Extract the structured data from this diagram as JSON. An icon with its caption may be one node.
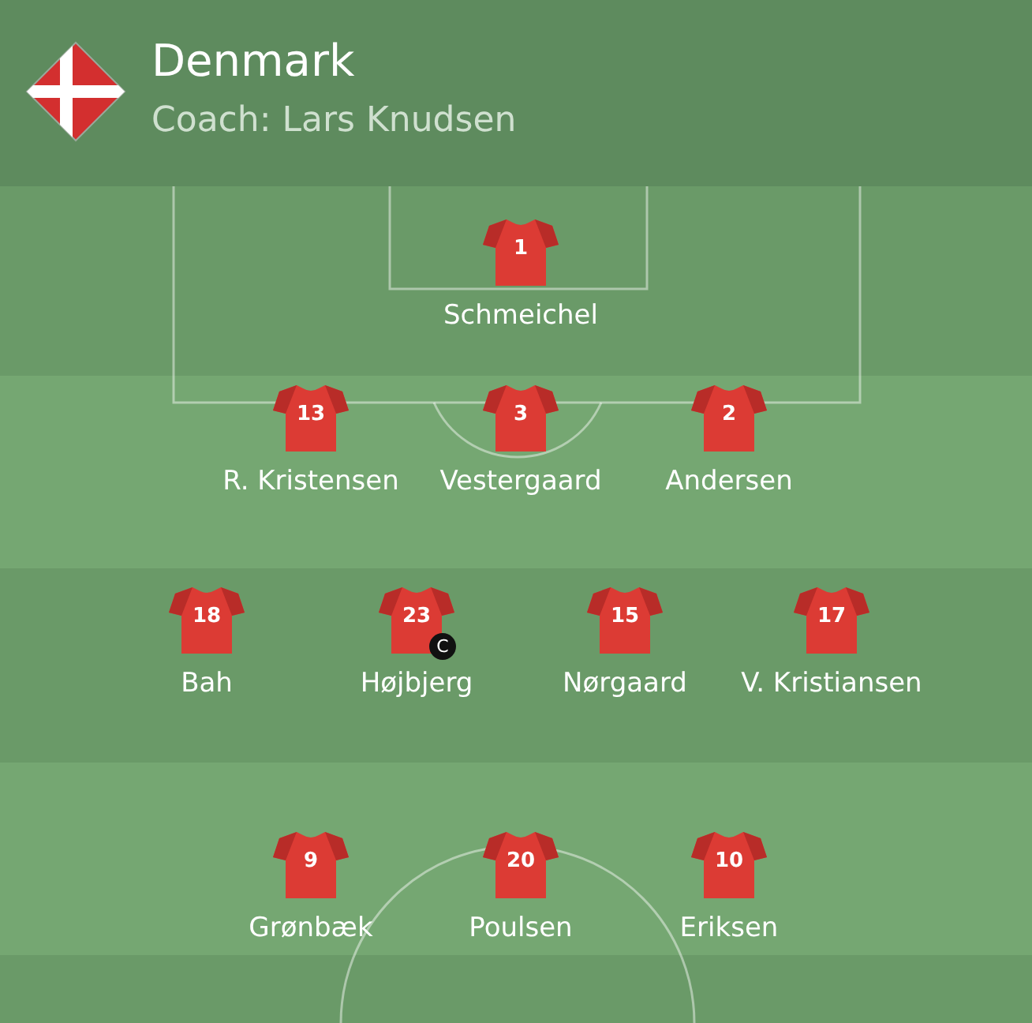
{
  "diagram": {
    "title": "Denmark",
    "nodes": [
      {
        "text": [
          "1"
        ],
        "beside": [
          "Schmeichel"
        ]
      },
      {
        "text": [
          "13"
        ],
        "beside": [
          "R. Kristensen"
        ]
      },
      {
        "text": [
          "3"
        ],
        "beside": [
          "Vestergaard"
        ]
      },
      {
        "text": [
          "2"
        ],
        "beside": [
          "Andersen"
        ]
      },
      {
        "text": [
          "18"
        ],
        "beside": [
          "Bah"
        ]
      },
      {
        "text": [
          "23"
        ],
        "beside": [
          "Højbjerg"
        ]
      },
      {
        "text": [
          "15"
        ],
        "beside": [
          "Nørgaard"
        ]
      },
      {
        "text": [
          "17"
        ],
        "beside": [
          "V. Kristiansen"
        ]
      },
      {
        "text": [
          "9"
        ],
        "beside": [
          "Grønbæk"
        ]
      },
      {
        "text": [
          "20"
        ],
        "beside": [
          "Poulsen"
        ]
      },
      {
        "text": [
          "10"
        ],
        "beside": [
          "Eriksen"
        ]
      }
    ],
    "labels": [
      "Coach: Lars Knudsen",
      "C"
    ]
  }
}
